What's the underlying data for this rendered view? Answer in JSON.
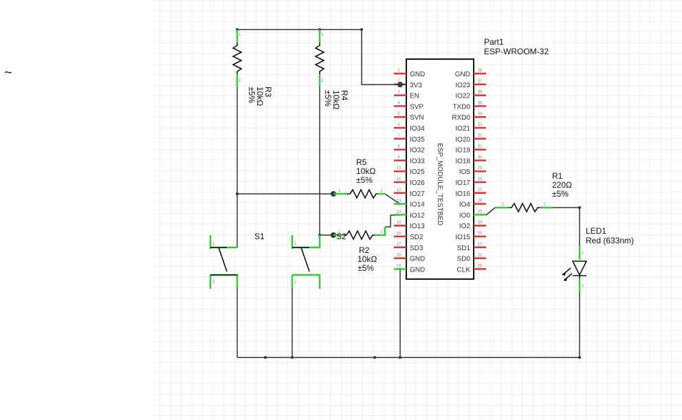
{
  "mark": "~",
  "chip": {
    "ref": "Part1",
    "value": "ESP-WROOM-32",
    "module": "ESP_MODULE_TESTBED",
    "left_pins": [
      {
        "num": "1",
        "name": "GND"
      },
      {
        "num": "2",
        "name": "3V3"
      },
      {
        "num": "3",
        "name": "EN"
      },
      {
        "num": "4",
        "name": "SVP"
      },
      {
        "num": "5",
        "name": "SVN"
      },
      {
        "num": "6",
        "name": "IO34"
      },
      {
        "num": "7",
        "name": "IO35"
      },
      {
        "num": "8",
        "name": "IO32"
      },
      {
        "num": "9",
        "name": "IO33"
      },
      {
        "num": "10",
        "name": "IO25"
      },
      {
        "num": "11",
        "name": "IO26"
      },
      {
        "num": "12",
        "name": "IO27"
      },
      {
        "num": "13",
        "name": "IO14"
      },
      {
        "num": "14",
        "name": "IO12"
      },
      {
        "num": "15",
        "name": "IO13"
      },
      {
        "num": "16",
        "name": "SD2"
      },
      {
        "num": "17",
        "name": "SD3"
      },
      {
        "num": "18",
        "name": "GND"
      },
      {
        "num": "19",
        "name": "GND"
      }
    ],
    "right_pins": [
      {
        "num": "38",
        "name": "GND"
      },
      {
        "num": "37",
        "name": "IO23"
      },
      {
        "num": "36",
        "name": "IO22"
      },
      {
        "num": "35",
        "name": "TXD0"
      },
      {
        "num": "34",
        "name": "RXD0"
      },
      {
        "num": "33",
        "name": "IO21"
      },
      {
        "num": "32",
        "name": "IO20"
      },
      {
        "num": "31",
        "name": "IO19"
      },
      {
        "num": "30",
        "name": "IO18"
      },
      {
        "num": "29",
        "name": "IO5"
      },
      {
        "num": "28",
        "name": "IO17"
      },
      {
        "num": "27",
        "name": "IO16"
      },
      {
        "num": "26",
        "name": "IO4"
      },
      {
        "num": "25",
        "name": "IO0"
      },
      {
        "num": "24",
        "name": "IO2"
      },
      {
        "num": "23",
        "name": "IO15"
      },
      {
        "num": "22",
        "name": "SD1"
      },
      {
        "num": "21",
        "name": "SD0"
      },
      {
        "num": "20",
        "name": "CLK"
      }
    ]
  },
  "r1": {
    "ref": "R1",
    "value": "220Ω",
    "tol": "±5%"
  },
  "r2": {
    "ref": "R2",
    "value": "10kΩ",
    "tol": "±5%"
  },
  "r3": {
    "ref": "R3",
    "value": "10kΩ",
    "tol": "±5%"
  },
  "r4": {
    "ref": "R4",
    "value": "10kΩ",
    "tol": "±5%"
  },
  "r5": {
    "ref": "R5",
    "value": "10kΩ",
    "tol": "±5%"
  },
  "s1": {
    "ref": "S1"
  },
  "s2": {
    "ref": "S2"
  },
  "led1": {
    "ref": "LED1",
    "value": "Red (633nm)"
  },
  "pin_nums": {
    "one": "1",
    "two": "2"
  }
}
